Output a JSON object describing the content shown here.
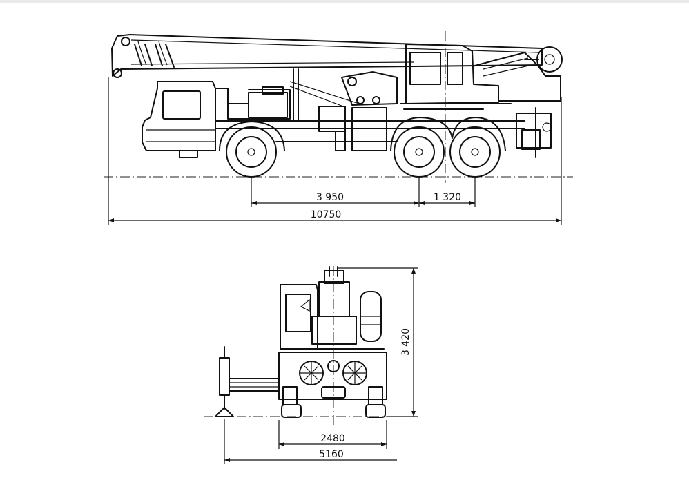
{
  "diagram": {
    "side_view": {
      "dims": {
        "wheelbase_front": "3 950",
        "wheelbase_rear": "1 320",
        "overall_length": "10750"
      }
    },
    "rear_view": {
      "dims": {
        "height": "3 420",
        "track_width": "2480",
        "outrigger_span": "5160"
      }
    }
  }
}
